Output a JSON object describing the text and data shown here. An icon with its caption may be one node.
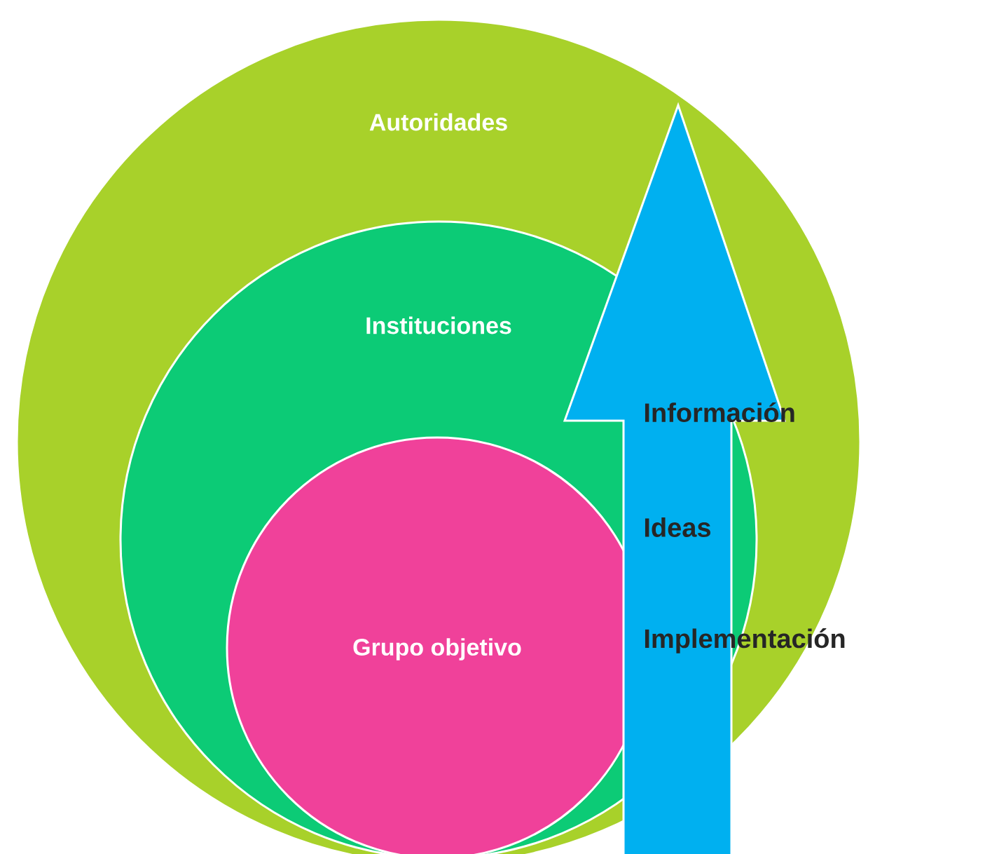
{
  "diagram": {
    "nodes": [
      {
        "text": [
          "Autoridades"
        ]
      },
      {
        "text": [
          "Instituciones"
        ],
        "in": 0
      },
      {
        "text": [
          "Grupo objetivo"
        ],
        "in": 1
      }
    ],
    "labels": [
      "Información",
      "Ideas",
      "Implementación"
    ]
  }
}
